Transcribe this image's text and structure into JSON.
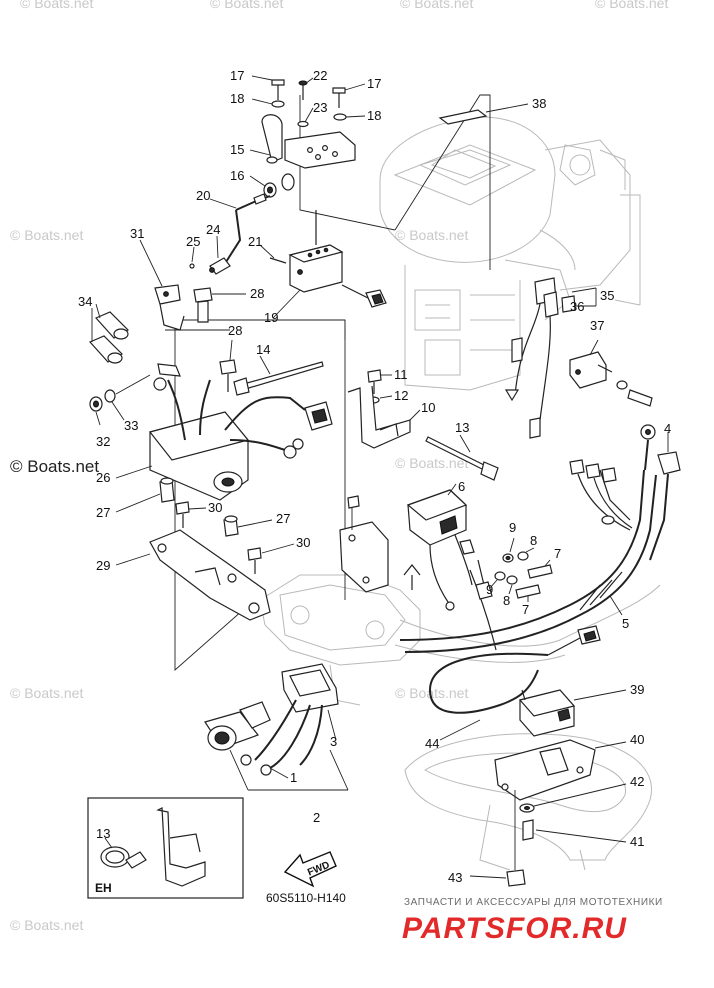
{
  "watermark": {
    "brand": "© Boats.net",
    "shop_tagline": "ЗАПЧАСТИ И АКСЕССУАРЫ ДЛЯ МОТОТЕХНИКИ",
    "shop_name": "PARTSFOR.RU"
  },
  "diagram": {
    "code": "60S5110-H140",
    "direction_label": "FWD",
    "inset_label": "EH"
  },
  "callouts": [
    "1",
    "2",
    "3",
    "4",
    "5",
    "6",
    "7",
    "7",
    "8",
    "8",
    "9",
    "9",
    "10",
    "11",
    "12",
    "13",
    "13",
    "14",
    "15",
    "16",
    "17",
    "17",
    "18",
    "18",
    "19",
    "20",
    "21",
    "22",
    "23",
    "24",
    "25",
    "26",
    "27",
    "27",
    "28",
    "28",
    "29",
    "30",
    "30",
    "31",
    "32",
    "33",
    "34",
    "35",
    "36",
    "37",
    "38",
    "39",
    "40",
    "41",
    "42",
    "43",
    "44"
  ]
}
